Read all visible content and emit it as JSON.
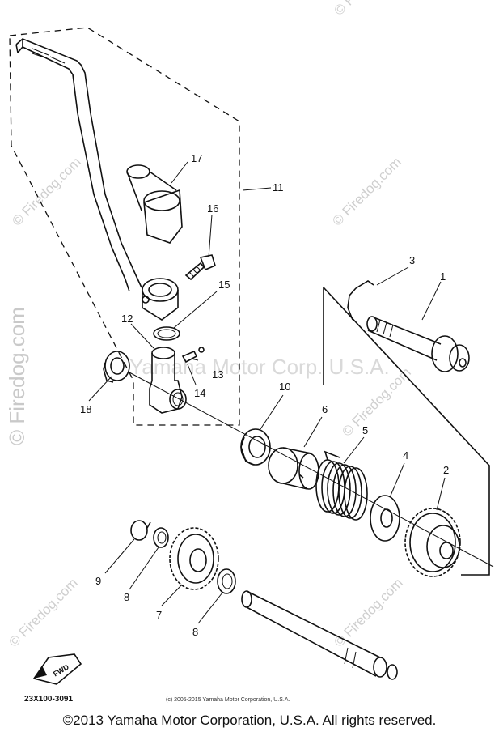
{
  "diagram": {
    "callouts": {
      "p1": "1",
      "p2": "2",
      "p3": "3",
      "p4": "4",
      "p5": "5",
      "p6": "6",
      "p7": "7",
      "p8a": "8",
      "p8b": "8",
      "p9": "9",
      "p10": "10",
      "p11": "11",
      "p12": "12",
      "p13": "13",
      "p14": "14",
      "p15": "15",
      "p16": "16",
      "p17": "17",
      "p18": "18"
    },
    "fwd": "FWD",
    "drawing_code": "23X100-3091",
    "small_copyright": "(c) 2005-2015 Yamaha Motor Corporation, U.S.A.",
    "watermark_center": "Yamaha Motor Corp. U.S.A.",
    "watermark_side": "© Firedog.com",
    "watermark_repeat": "© Firedog.com"
  },
  "footer": {
    "copyright": "©2013 Yamaha Motor Corporation, U.S.A. All rights reserved."
  }
}
